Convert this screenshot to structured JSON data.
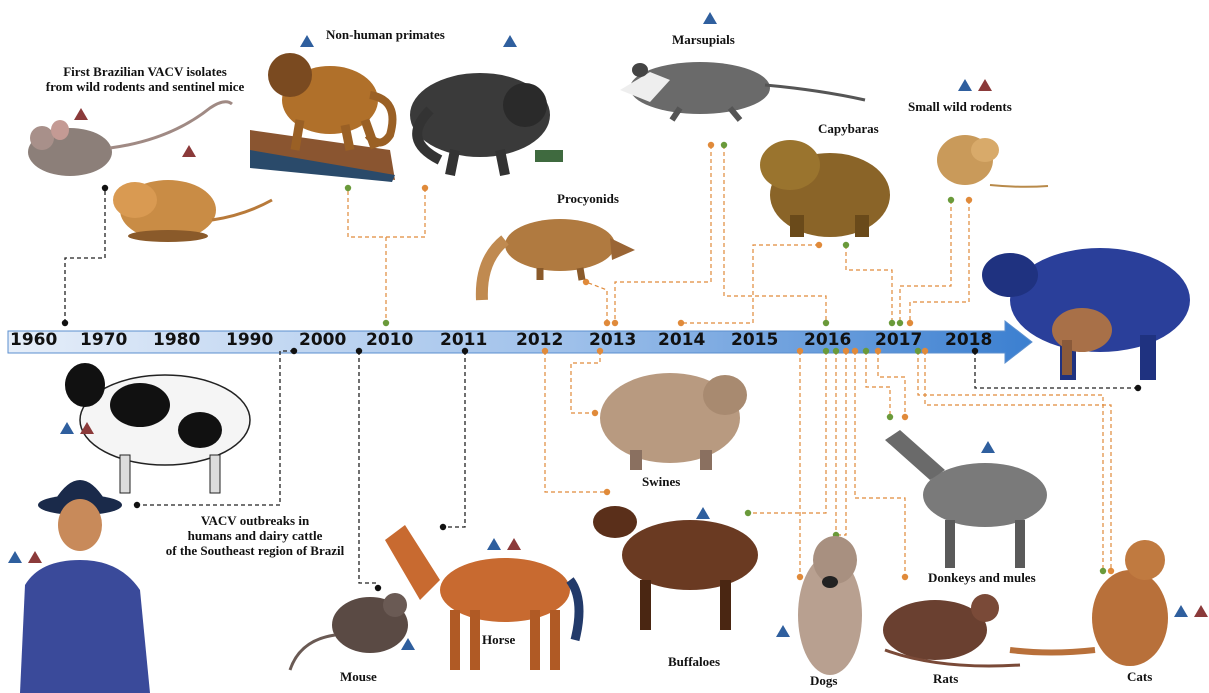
{
  "timeline": {
    "years": [
      "1960",
      "1970",
      "1980",
      "1990",
      "2000",
      "2010",
      "2011",
      "2012",
      "2013",
      "2014",
      "2015",
      "2016",
      "2017",
      "2018"
    ]
  },
  "labels": {
    "first_isolates_l1": "First Brazilian VACV isolates",
    "first_isolates_l2": "from wild rodents and sentinel mice",
    "non_human_primates": "Non-human primates",
    "marsupials": "Marsupials",
    "small_wild_rodents": "Small  wild rodents",
    "capybaras": "Capybaras",
    "procyonids": "Procyonids",
    "outbreak_l1": "VACV outbreaks  in",
    "outbreak_l2": "humans and dairy cattle",
    "outbreak_l3": "of the Southeast region of Brazil",
    "swines": "Swines",
    "horse": "Horse",
    "mouse": "Mouse",
    "buffaloes": "Buffaloes",
    "dogs": "Dogs",
    "rats": "Rats",
    "donkeys_mules": "Donkeys and mules",
    "cats": "Cats"
  },
  "legend_markers": {
    "blue_triangle_color": "#2f5f9e",
    "red_triangle_color": "#8b3a3a"
  },
  "colors": {
    "arrow_start": "#dbe8f7",
    "arrow_end": "#3b7fd0",
    "black_connector": "#222222",
    "orange_connector": "#e08a3a",
    "green_dot": "#6a9a3a"
  },
  "icons": [
    "mouse-icon",
    "rodent-icon",
    "monkey-icon",
    "primate-icon",
    "opossum-icon",
    "capybara-icon",
    "wild-rodent-icon",
    "coati-icon",
    "buffalo-icon",
    "cow-icon",
    "farmer-icon",
    "pig-icon",
    "horse-icon",
    "donkey-icon",
    "dog-icon",
    "rat-icon",
    "cat-icon"
  ]
}
